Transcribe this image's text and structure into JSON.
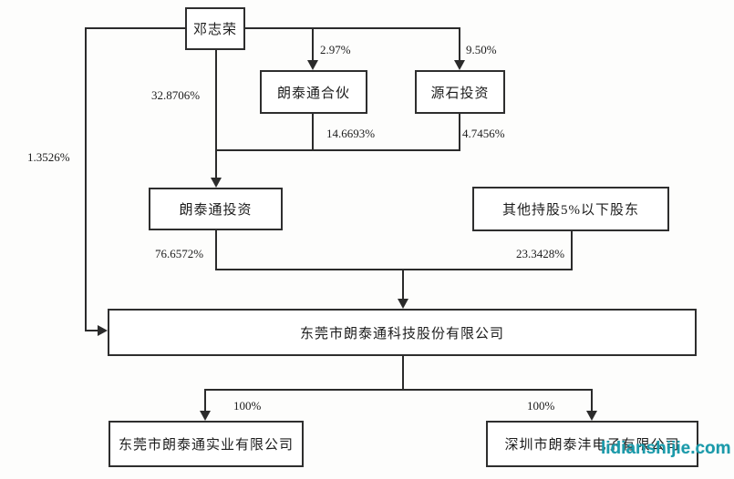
{
  "diagram": {
    "type": "equity-ownership-structure",
    "background_color": "#fdfdfc",
    "line_color": "#2b2b2b",
    "nodes": {
      "deng": {
        "label": "邓志荣"
      },
      "hehuo": {
        "label": "朗泰通合伙"
      },
      "yuanshi": {
        "label": "源石投资"
      },
      "touzi": {
        "label": "朗泰通投资"
      },
      "others": {
        "label": "其他持股5%以下股东"
      },
      "main": {
        "label": "东莞市朗泰通科技股份有限公司"
      },
      "sub_left": {
        "label": "东莞市朗泰通实业有限公司"
      },
      "sub_right": {
        "label": "深圳市朗泰沣电子有限公司"
      }
    },
    "edges": {
      "deng_to_main": {
        "label": "1.3526%"
      },
      "deng_to_touzi": {
        "label": "32.8706%"
      },
      "deng_to_hehuo": {
        "label": "2.97%"
      },
      "deng_to_yuanshi": {
        "label": "9.50%"
      },
      "hehuo_to_touzi": {
        "label": "14.6693%"
      },
      "yuanshi_to_touzi": {
        "label": "4.7456%"
      },
      "touzi_to_main": {
        "label": "76.6572%"
      },
      "others_to_main": {
        "label": "23.3428%"
      },
      "main_to_sub_left": {
        "label": "100%"
      },
      "main_to_sub_right": {
        "label": "100%"
      }
    },
    "watermark": {
      "text": "lidianshijie.com",
      "color": "#1b9aaa"
    }
  }
}
